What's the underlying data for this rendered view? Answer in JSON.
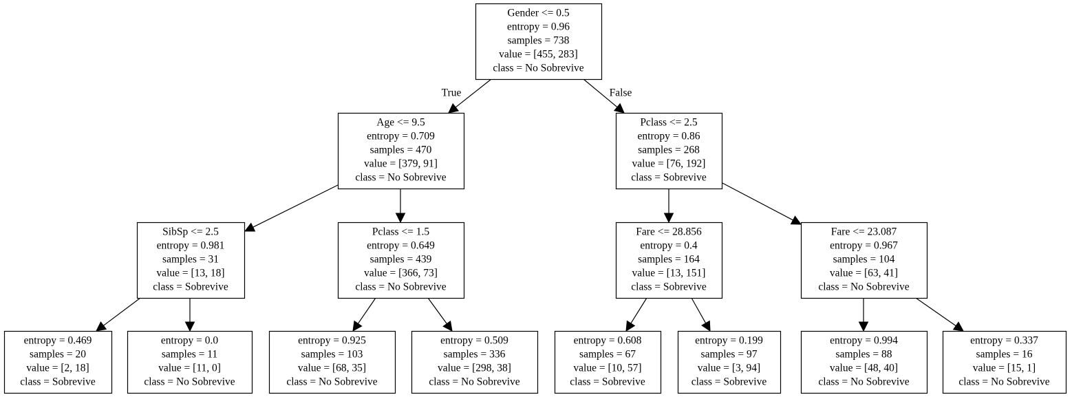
{
  "tree": {
    "nodes": [
      {
        "id": "n0",
        "lines": [
          "Gender <= 0.5",
          "entropy = 0.96",
          "samples = 738",
          "value = [455, 283]",
          "class = No Sobrevive"
        ]
      },
      {
        "id": "n1",
        "lines": [
          "Age <= 9.5",
          "entropy = 0.709",
          "samples = 470",
          "value = [379, 91]",
          "class = No Sobrevive"
        ]
      },
      {
        "id": "n2",
        "lines": [
          "Pclass <= 2.5",
          "entropy = 0.86",
          "samples = 268",
          "value = [76, 192]",
          "class = Sobrevive"
        ]
      },
      {
        "id": "n3",
        "lines": [
          "SibSp <= 2.5",
          "entropy = 0.981",
          "samples = 31",
          "value = [13, 18]",
          "class = Sobrevive"
        ]
      },
      {
        "id": "n4",
        "lines": [
          "Pclass <= 1.5",
          "entropy = 0.649",
          "samples = 439",
          "value = [366, 73]",
          "class = No Sobrevive"
        ]
      },
      {
        "id": "n5",
        "lines": [
          "Fare <= 28.856",
          "entropy = 0.4",
          "samples = 164",
          "value = [13, 151]",
          "class = Sobrevive"
        ]
      },
      {
        "id": "n6",
        "lines": [
          "Fare <= 23.087",
          "entropy = 0.967",
          "samples = 104",
          "value = [63, 41]",
          "class = No Sobrevive"
        ]
      },
      {
        "id": "n7",
        "lines": [
          "entropy = 0.469",
          "samples = 20",
          "value = [2, 18]",
          "class = Sobrevive"
        ]
      },
      {
        "id": "n8",
        "lines": [
          "entropy = 0.0",
          "samples = 11",
          "value = [11, 0]",
          "class = No Sobrevive"
        ]
      },
      {
        "id": "n9",
        "lines": [
          "entropy = 0.925",
          "samples = 103",
          "value = [68, 35]",
          "class = No Sobrevive"
        ]
      },
      {
        "id": "n10",
        "lines": [
          "entropy = 0.509",
          "samples = 336",
          "value = [298, 38]",
          "class = No Sobrevive"
        ]
      },
      {
        "id": "n11",
        "lines": [
          "entropy = 0.608",
          "samples = 67",
          "value = [10, 57]",
          "class = Sobrevive"
        ]
      },
      {
        "id": "n12",
        "lines": [
          "entropy = 0.199",
          "samples = 97",
          "value = [3, 94]",
          "class = Sobrevive"
        ]
      },
      {
        "id": "n13",
        "lines": [
          "entropy = 0.994",
          "samples = 88",
          "value = [48, 40]",
          "class = No Sobrevive"
        ]
      },
      {
        "id": "n14",
        "lines": [
          "entropy = 0.337",
          "samples = 16",
          "value = [15, 1]",
          "class = No Sobrevive"
        ]
      }
    ],
    "edges": [
      {
        "from": "n0",
        "to": "n1",
        "label": "True"
      },
      {
        "from": "n0",
        "to": "n2",
        "label": "False"
      },
      {
        "from": "n1",
        "to": "n3",
        "label": ""
      },
      {
        "from": "n1",
        "to": "n4",
        "label": ""
      },
      {
        "from": "n2",
        "to": "n5",
        "label": ""
      },
      {
        "from": "n2",
        "to": "n6",
        "label": ""
      },
      {
        "from": "n3",
        "to": "n7",
        "label": ""
      },
      {
        "from": "n3",
        "to": "n8",
        "label": ""
      },
      {
        "from": "n4",
        "to": "n9",
        "label": ""
      },
      {
        "from": "n4",
        "to": "n10",
        "label": ""
      },
      {
        "from": "n5",
        "to": "n11",
        "label": ""
      },
      {
        "from": "n5",
        "to": "n12",
        "label": ""
      },
      {
        "from": "n6",
        "to": "n13",
        "label": ""
      },
      {
        "from": "n6",
        "to": "n14",
        "label": ""
      }
    ]
  }
}
